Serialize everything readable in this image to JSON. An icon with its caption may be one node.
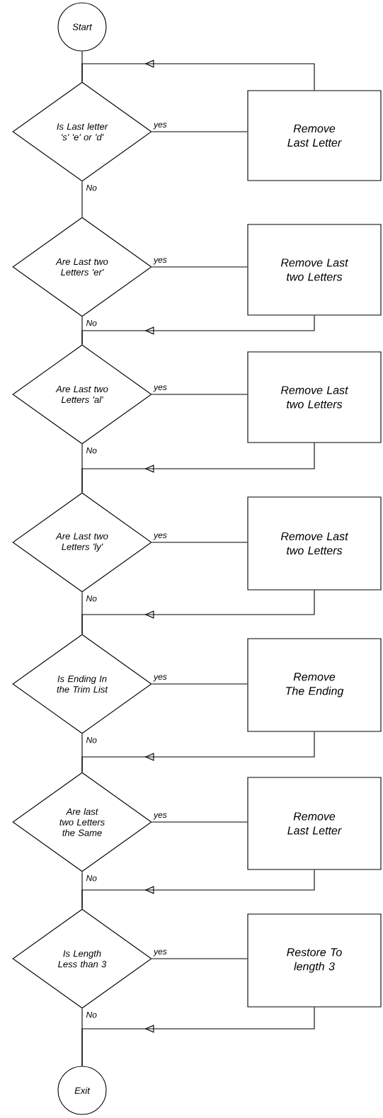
{
  "diagram": {
    "nodes": [
      {
        "text": [
          "Start"
        ]
      },
      {
        "text": [
          "Is Last letter 's' 'e' or 'd'"
        ]
      },
      {
        "text": [
          "Remove Last Letter"
        ]
      },
      {
        "text": [
          "Are Last two Letters 'er'"
        ]
      },
      {
        "text": [
          "Remove Last two Letters"
        ]
      },
      {
        "text": [
          "Are Last two Letters 'al'"
        ]
      },
      {
        "text": [
          "Remove Last two Letters"
        ]
      },
      {
        "text": [
          "Are Last two Letters 'ly'"
        ]
      },
      {
        "text": [
          "Remove Last two Letters"
        ]
      },
      {
        "text": [
          "Is Ending In the Trim List"
        ]
      },
      {
        "text": [
          "Remove The Ending"
        ]
      },
      {
        "text": [
          "Are last two Letters the Same"
        ]
      },
      {
        "text": [
          "Remove Last Letter"
        ]
      },
      {
        "text": [
          "Is Length Less than 3"
        ]
      },
      {
        "text": [
          "Restore To length 3"
        ]
      },
      {
        "text": [
          "Exit"
        ]
      }
    ],
    "edges": [
      {
        "from": 0,
        "to": 1,
        "arrow": "none"
      },
      {
        "from": 1,
        "to": 2,
        "arrow": "none",
        "label": "yes"
      },
      {
        "from": 2,
        "to": 1,
        "arrow": "to"
      },
      {
        "from": 1,
        "to": 3,
        "arrow": "none",
        "label": "No"
      },
      {
        "from": 3,
        "to": 4,
        "arrow": "none",
        "label": "yes"
      },
      {
        "from": 4,
        "to": 5,
        "arrow": "to"
      },
      {
        "from": 3,
        "to": 5,
        "arrow": "none",
        "label": "No"
      },
      {
        "from": 5,
        "to": 6,
        "arrow": "none",
        "label": "yes"
      },
      {
        "from": 6,
        "to": 7,
        "arrow": "to"
      },
      {
        "from": 5,
        "to": 7,
        "arrow": "none",
        "label": "No"
      },
      {
        "from": 7,
        "to": 8,
        "arrow": "none",
        "label": "yes"
      },
      {
        "from": 8,
        "to": 9,
        "arrow": "to"
      },
      {
        "from": 7,
        "to": 9,
        "arrow": "none",
        "label": "No"
      },
      {
        "from": 9,
        "to": 10,
        "arrow": "none",
        "label": "yes"
      },
      {
        "from": 10,
        "to": 11,
        "arrow": "to"
      },
      {
        "from": 9,
        "to": 11,
        "arrow": "none",
        "label": "No"
      },
      {
        "from": 11,
        "to": 12,
        "arrow": "none",
        "label": "yes"
      },
      {
        "from": 12,
        "to": 13,
        "arrow": "to"
      },
      {
        "from": 11,
        "to": 13,
        "arrow": "none",
        "label": "No"
      },
      {
        "from": 13,
        "to": 14,
        "arrow": "none",
        "label": "yes"
      },
      {
        "from": 14,
        "to": 15,
        "arrow": "to"
      },
      {
        "from": 13,
        "to": 15,
        "arrow": "none",
        "label": "No"
      }
    ]
  }
}
